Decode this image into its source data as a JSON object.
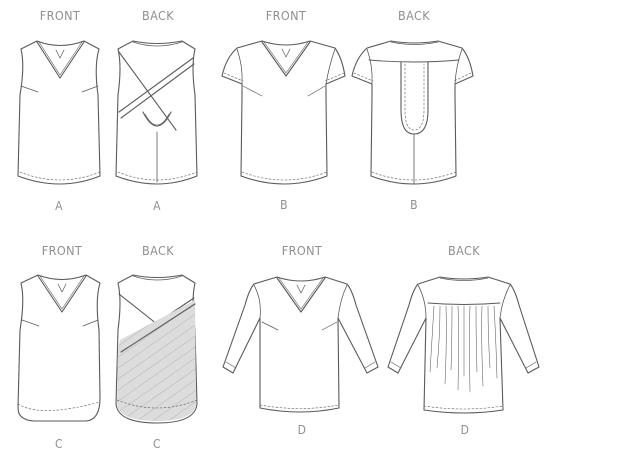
{
  "views": [
    {
      "id": "a-front",
      "heading": "FRONT",
      "code": "A"
    },
    {
      "id": "a-back",
      "heading": "BACK",
      "code": "A"
    },
    {
      "id": "b-front",
      "heading": "FRONT",
      "code": "B"
    },
    {
      "id": "b-back",
      "heading": "BACK",
      "code": "B"
    },
    {
      "id": "c-front",
      "heading": "FRONT",
      "code": "C"
    },
    {
      "id": "c-back",
      "heading": "BACK",
      "code": "C"
    },
    {
      "id": "d-front",
      "heading": "FRONT",
      "code": "D"
    },
    {
      "id": "d-back",
      "heading": "BACK",
      "code": "D"
    }
  ],
  "colors": {
    "line": "#5a5a5a",
    "label": "#8f8f8f",
    "shade": "#dcdcdc",
    "paper": "#ffffff"
  }
}
